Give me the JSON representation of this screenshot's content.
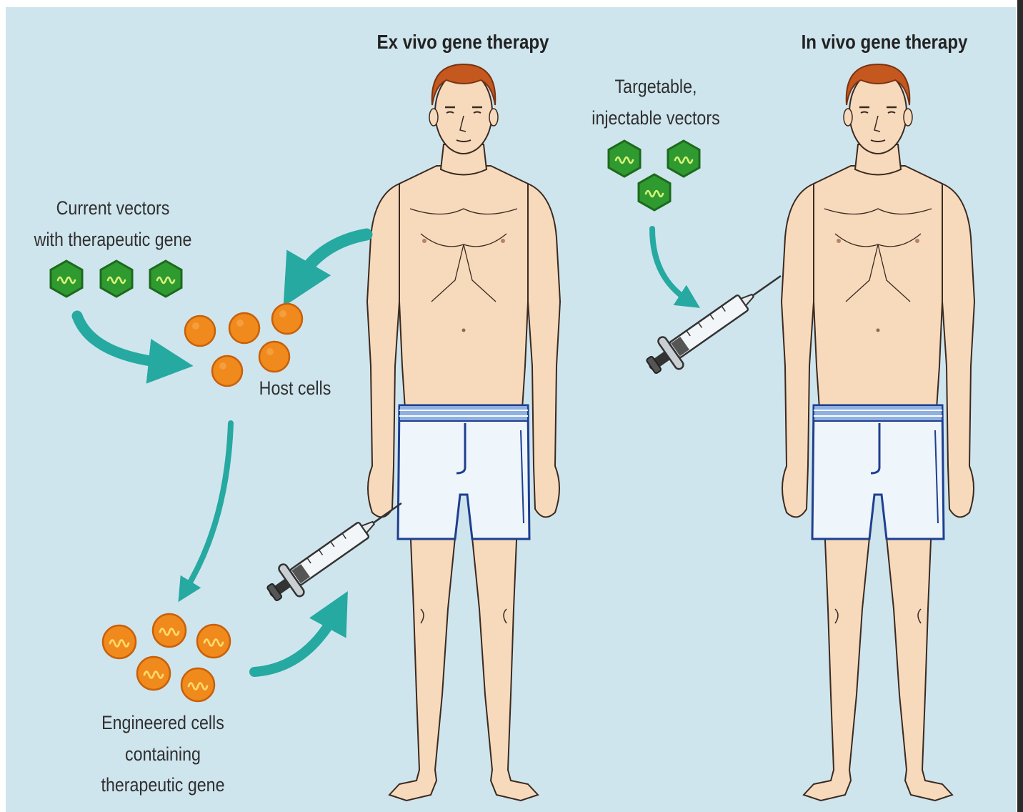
{
  "titles": {
    "ex_vivo": "Ex vivo gene therapy",
    "in_vivo": "In vivo gene therapy"
  },
  "labels": {
    "current_vectors": [
      "Current vectors",
      "with therapeutic gene"
    ],
    "host_cells": "Host cells",
    "engineered_cells": [
      "Engineered cells",
      "containing",
      "therapeutic gene"
    ],
    "targetable_vectors": [
      "Targetable,",
      "injectable vectors"
    ]
  },
  "colors": {
    "background": "#cfe5ee",
    "arrow": "#26a9a0",
    "vector_fill": "#2f9a2f",
    "vector_dark": "#1c6a1c",
    "cell_fill": "#f08a1c",
    "cell_edge": "#c8600a",
    "skin": "#f7d9bc",
    "hair": "#c4581e",
    "shorts": "#eef5fb",
    "shorts_edge": "#1f3f8f"
  },
  "icons": {
    "vector": "hexagon-vector-icon",
    "cell": "host-cell-icon",
    "syringe": "syringe-icon",
    "person": "human-figure"
  }
}
